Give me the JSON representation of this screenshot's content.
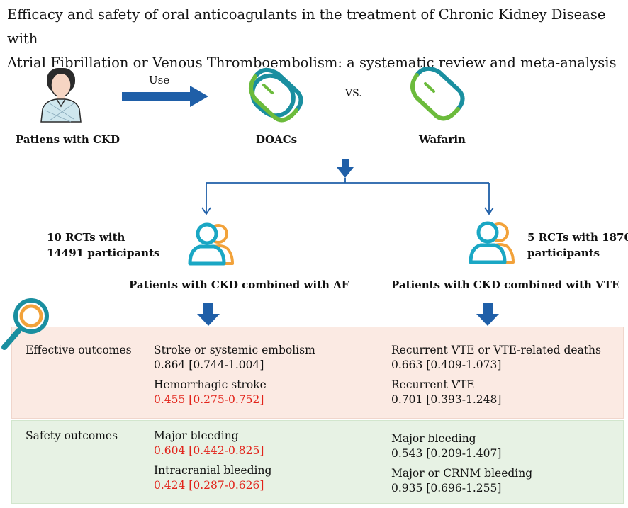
{
  "title_line1": "Efficacy and safety of oral anticoagulants in the treatment of Chronic Kidney Disease with",
  "title_line2": "Atrial Fibrillation or Venous Thromboembolism: a systematic review and meta-analysis",
  "top": {
    "patient_label": "Patiens with CKD",
    "use_label": "Use",
    "doacs_label": "DOACs",
    "vs_label": "VS.",
    "warfarin_label": "Wafarin"
  },
  "af": {
    "rcts_line1": "10 RCTs with",
    "rcts_line2": "14491 participants",
    "group_label": "Patients with CKD combined with AF"
  },
  "vte": {
    "rcts_line1": "5 RCTs with 1870",
    "rcts_line2": "participants",
    "group_label": "Patients with CKD combined with VTE"
  },
  "effective": {
    "label": "Effective outcomes",
    "af": [
      {
        "name": "Stroke or systemic embolism",
        "value": "0.864 [0.744-1.004]",
        "significant": false
      },
      {
        "name": "Hemorrhagic stroke",
        "value": "0.455 [0.275-0.752]",
        "significant": true
      }
    ],
    "vte": [
      {
        "name": "Recurrent VTE or VTE-related deaths",
        "value": "0.663 [0.409-1.073]",
        "significant": false
      },
      {
        "name": "Recurrent VTE",
        "value": "0.701 [0.393-1.248]",
        "significant": false
      }
    ]
  },
  "safety": {
    "label": "Safety outcomes",
    "af": [
      {
        "name": "Major bleeding",
        "value": "0.604 [0.442-0.825]",
        "significant": true
      },
      {
        "name": "Intracranial bleeding",
        "value": "0.424 [0.287-0.626]",
        "significant": true
      }
    ],
    "vte": [
      {
        "name": "Major bleeding",
        "value": "0.543 [0.209-1.407]",
        "significant": false
      },
      {
        "name": "Major or CRNM bleeding",
        "value": "0.935 [0.696-1.255]",
        "significant": false
      }
    ]
  },
  "colors": {
    "arrow_blue": "#1f5fa8",
    "pill_teal": "#1a8fa0",
    "pill_green": "#6cbb3c",
    "person_teal": "#1aa7c4",
    "person_orange": "#f2a23a",
    "significant_red": "#e2231a",
    "effective_bg": "#fbeae3",
    "safety_bg": "#e7f2e4"
  }
}
